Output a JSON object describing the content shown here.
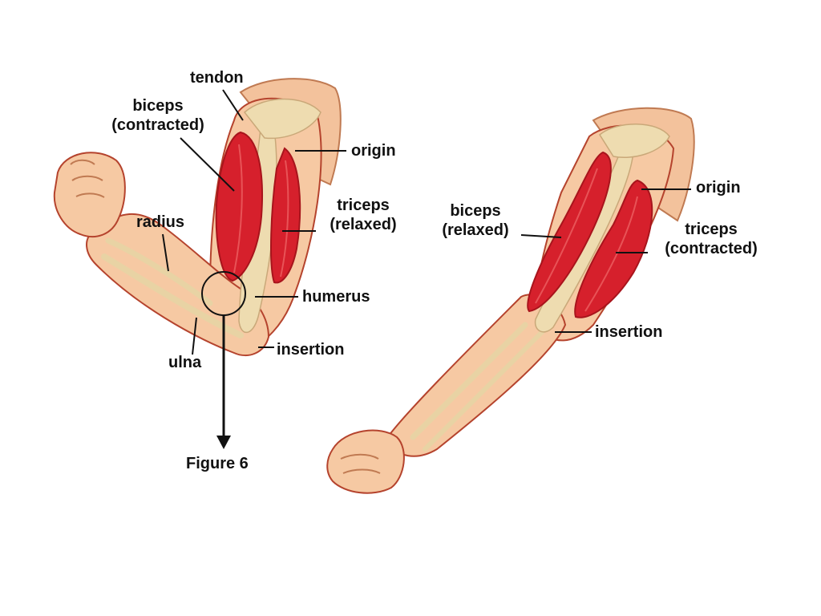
{
  "colors": {
    "background": "#ffffff",
    "skin": "#f6c9a3",
    "skin_dark": "#e3a27a",
    "bone": "#eedcb0",
    "muscle": "#d6202c",
    "muscle_dark": "#a8141c",
    "outline": "#b5432d",
    "text": "#111111"
  },
  "left_arm": {
    "labels": {
      "tendon": "tendon",
      "biceps": "biceps\n(contracted)",
      "origin": "origin",
      "triceps": "triceps\n(relaxed)",
      "radius": "radius",
      "humerus": "humerus",
      "insertion": "insertion",
      "ulna": "ulna"
    },
    "figure_caption": "Figure 6"
  },
  "right_arm": {
    "labels": {
      "origin": "origin",
      "biceps": "biceps\n(relaxed)",
      "triceps": "triceps\n(contracted)",
      "insertion": "insertion"
    }
  },
  "icons": {
    "pointer_arrow": "down-arrow-icon",
    "callout_circle": "magnifier-circle-icon"
  }
}
